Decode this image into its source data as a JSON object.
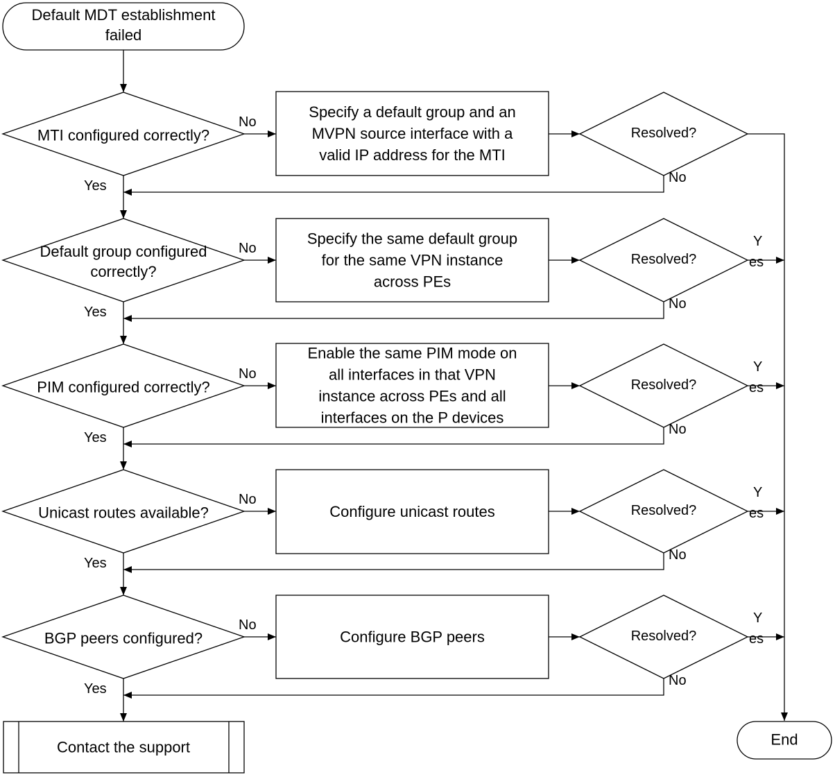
{
  "start": {
    "lines": [
      "Default MDT establishment",
      "failed"
    ]
  },
  "steps": [
    {
      "check": [
        "MTI configured correctly?"
      ],
      "action": [
        "Specify a default group and an",
        "MVPN source interface with a",
        "valid IP address for the MTI"
      ],
      "resolved": "Resolved?",
      "no_label": "No",
      "yes_label": "Yes",
      "resolved_no_label": "No",
      "resolved_yes_label": []
    },
    {
      "check": [
        "Default group configured",
        "correctly?"
      ],
      "action": [
        "Specify the same default group",
        "for the same VPN instance",
        "across PEs"
      ],
      "resolved": "Resolved?",
      "no_label": "No",
      "yes_label": "Yes",
      "resolved_no_label": "No",
      "resolved_yes_label": [
        "Y",
        "es"
      ]
    },
    {
      "check": [
        "PIM configured correctly?"
      ],
      "action": [
        "Enable the same PIM mode on",
        "all interfaces in that VPN",
        "instance across PEs and all",
        "interfaces on the P devices"
      ],
      "resolved": "Resolved?",
      "no_label": "No",
      "yes_label": "Yes",
      "resolved_no_label": "No",
      "resolved_yes_label": [
        "Y",
        "es"
      ]
    },
    {
      "check": [
        "Unicast routes available?"
      ],
      "action": [
        "Configure unicast routes"
      ],
      "resolved": "Resolved?",
      "no_label": "No",
      "yes_label": "Yes",
      "resolved_no_label": "No",
      "resolved_yes_label": [
        "Y",
        "es"
      ]
    },
    {
      "check": [
        "BGP peers configured?"
      ],
      "action": [
        "Configure BGP peers"
      ],
      "resolved": "Resolved?",
      "no_label": "No",
      "yes_label": "Yes",
      "resolved_no_label": "No",
      "resolved_yes_label": [
        "Y",
        "es"
      ]
    }
  ],
  "contact": {
    "label": "Contact the support"
  },
  "end": {
    "label": "End"
  }
}
